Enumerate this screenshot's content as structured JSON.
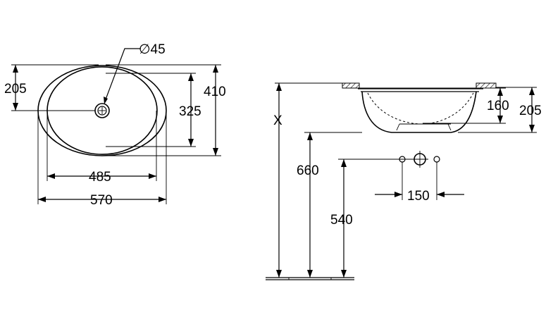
{
  "top_view": {
    "drain_diameter": "∅45",
    "offset_depth": "205",
    "overall_depth": "410",
    "inner_depth": "325",
    "inner_width": "485",
    "overall_width": "570"
  },
  "side_view": {
    "install_height": "X",
    "basin_depth": "160",
    "basin_total_height": "205",
    "rim_height": "660",
    "connection_height": "540",
    "tap_spacing": "150"
  }
}
